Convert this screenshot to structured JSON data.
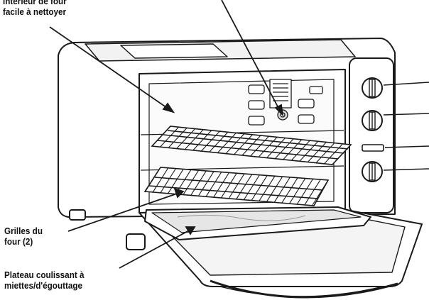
{
  "labels": {
    "interior": {
      "line1": "intérieur de four",
      "line2": "facile à nettoyer"
    },
    "racks": {
      "line1": "Grilles du",
      "line2": "four (2)"
    },
    "tray": {
      "line1": "Plateau coulissant à",
      "line2": "miettes/d'égouttage"
    }
  },
  "colors": {
    "line": "#1a1a1a",
    "fill": "#ffffff",
    "shade": "#d9d9d9"
  }
}
